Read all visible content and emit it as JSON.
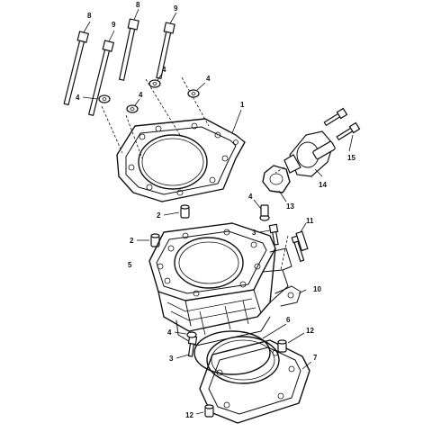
{
  "labels": {
    "l1": "1",
    "l2a": "2",
    "l2b": "2",
    "l3a": "3",
    "l3b": "3",
    "l4a": "4",
    "l4b": "4",
    "l4c": "4",
    "l4d": "4",
    "l4e": "4",
    "l4f": "4",
    "l5": "5",
    "l6": "6",
    "l7": "7",
    "l8a": "8",
    "l8b": "8",
    "l9a": "9",
    "l9b": "9",
    "l10": "10",
    "l11": "11",
    "l12a": "12",
    "l12b": "12",
    "l13": "13",
    "l14": "14",
    "l15": "15"
  }
}
